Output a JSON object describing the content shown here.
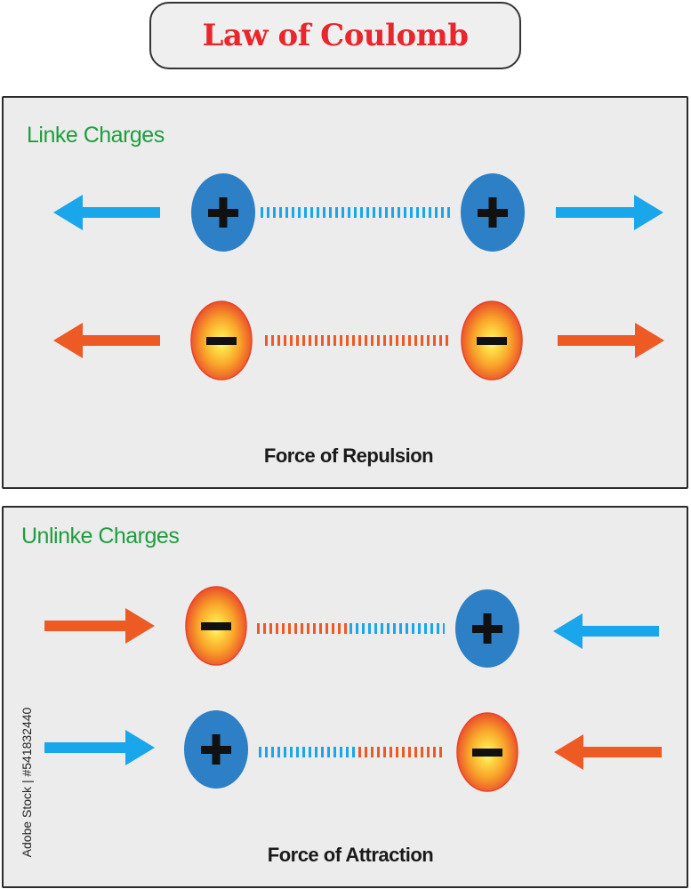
{
  "title": "Law of Coulomb",
  "like_panel": {
    "heading": "Linke Charges",
    "caption": "Force of Repulsion"
  },
  "unlike_panel": {
    "heading": "Unlinke Charges",
    "caption": "Force of Attraction"
  },
  "watermark": "Adobe Stock | #541832440",
  "colors": {
    "positive": "#2d7fc6",
    "negative_outer": "#e8432a",
    "negative_mid": "#f9a52a",
    "negative_core": "#fff3a0",
    "blue_arrow": "#1aa6ea",
    "orange_arrow": "#ee5a24",
    "heading": "#1e9e3e",
    "title": "#e8262b"
  }
}
